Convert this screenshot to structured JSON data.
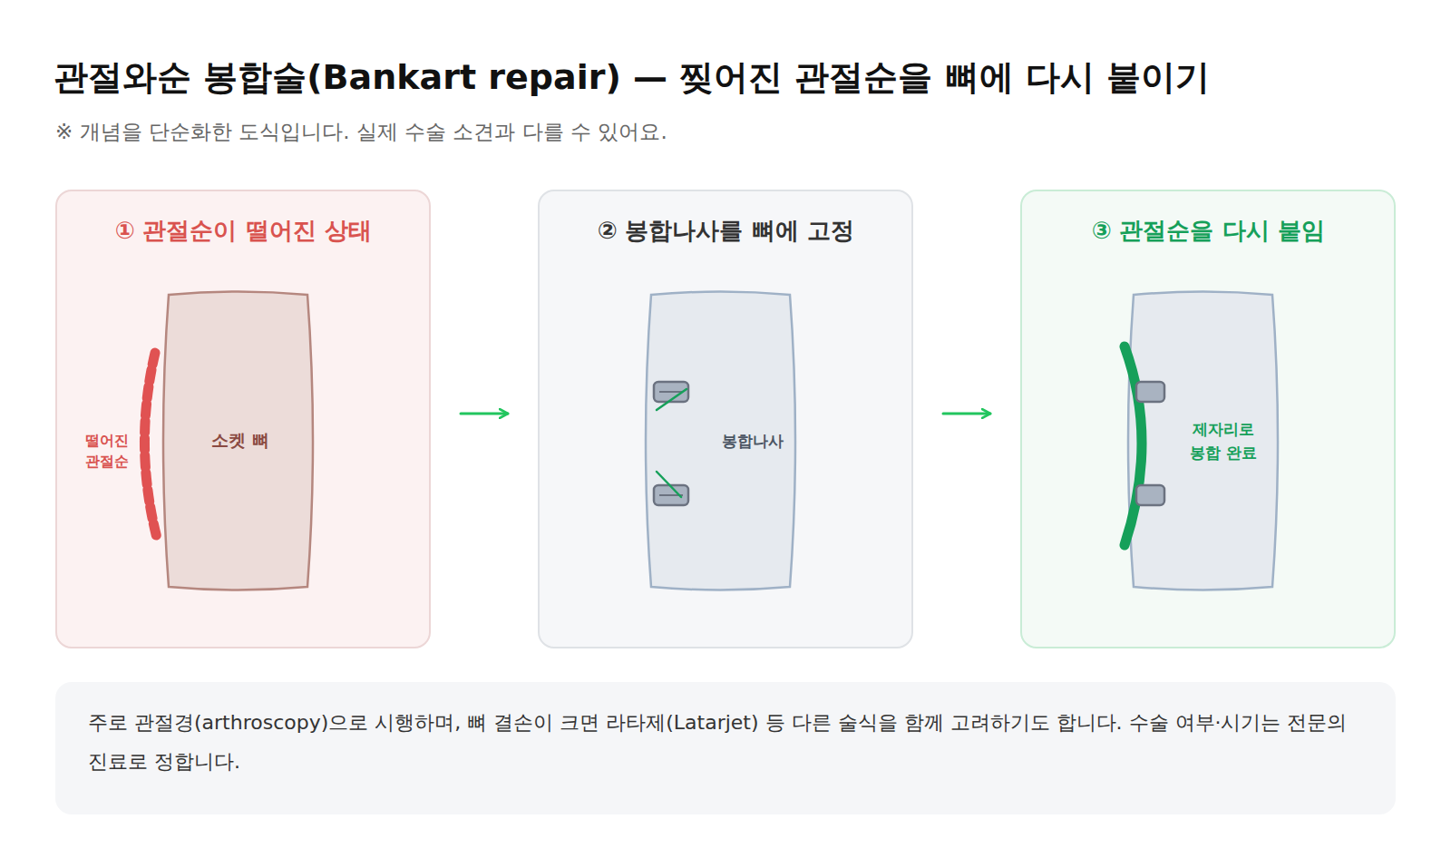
{
  "diagram": {
    "title": "관절와순 봉합술(Bankart repair) — 찢어진 관절순을 뼈에 다시 붙이기",
    "caption": "※ 개념을 단순화한 도식입니다. 실제 수술 소견과 다를 수 있어요.",
    "nodes": [
      {
        "text": [
          "① 관절순이 떨어진 상태"
        ]
      },
      {
        "text": [
          "소켓 뼈"
        ],
        "in": 0
      },
      {
        "text": [
          "② 봉합나사를 뼈에 고정"
        ]
      },
      {
        "text": [
          "봉합나사"
        ],
        "in": 2
      },
      {
        "text": [
          "③ 관절순을 다시 붙임"
        ]
      },
      {
        "text": [
          "제자리로 봉합 완료"
        ],
        "in": 4
      },
      {
        "text": [
          "주로 관절경(arthroscopy)으로 시행하며, 뼈 결손이 크면 라타제(Latarjet) 등 다른 술식을 함께 고려하기도 합니다. 수술 여부·시기는 전문의 진료로 정합니다."
        ]
      }
    ],
    "edges": [
      {
        "from": 0,
        "to": 2,
        "arrow": "to"
      },
      {
        "from": 2,
        "to": 4,
        "arrow": "to"
      }
    ],
    "labels": [
      "떨어진 관절순"
    ]
  }
}
